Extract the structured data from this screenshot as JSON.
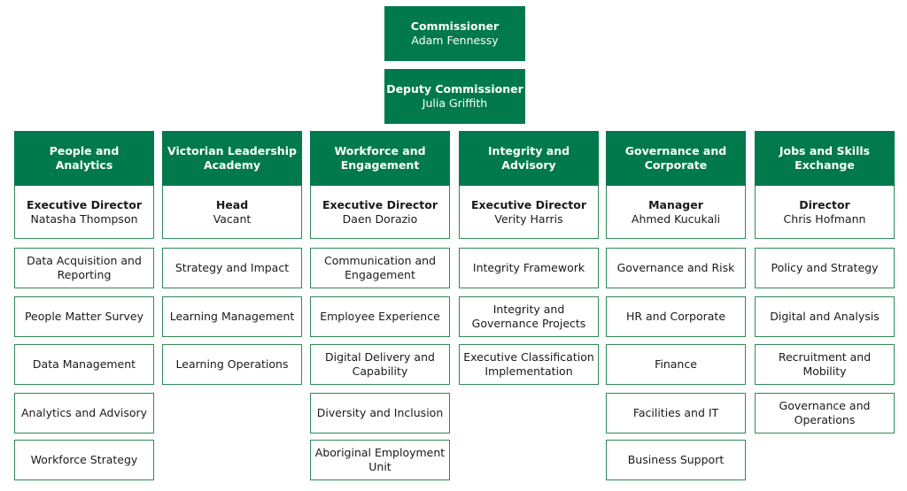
{
  "commissioner": {
    "role": "Commissioner",
    "name": "Adam Fennessy"
  },
  "deputy": {
    "role": "Deputy Commissioner",
    "name": "Julia Griffith"
  },
  "columns": [
    {
      "header": "People and Analytics",
      "lead_role": "Executive Director",
      "lead_name": "Natasha Thompson",
      "units": [
        "Data Acquisition and Reporting",
        "People Matter Survey",
        "Data Management",
        "Analytics and Advisory",
        "Workforce Strategy"
      ]
    },
    {
      "header": "Victorian Leadership Academy",
      "lead_role": "Head",
      "lead_name": "Vacant",
      "units": [
        "Strategy and Impact",
        "Learning Management",
        "Learning Operations"
      ]
    },
    {
      "header": "Workforce and Engagement",
      "lead_role": "Executive Director",
      "lead_name": "Daen Dorazio",
      "units": [
        "Communication and Engagement",
        "Employee Experience",
        "Digital Delivery and Capability",
        "Diversity and Inclusion",
        "Aboriginal Employment Unit"
      ]
    },
    {
      "header": "Integrity and Advisory",
      "lead_role": "Executive Director",
      "lead_name": "Verity Harris",
      "units": [
        "Integrity Framework",
        "Integrity and Governance Projects",
        "Executive Classification Implementation"
      ]
    },
    {
      "header": "Governance and Corporate",
      "lead_role": "Manager",
      "lead_name": "Ahmed Kucukali",
      "units": [
        "Governance and Risk",
        "HR and Corporate",
        "Finance",
        "Facilities and IT",
        "Business Support"
      ]
    },
    {
      "header": "Jobs and Skills Exchange",
      "lead_role": "Director",
      "lead_name": "Chris Hofmann",
      "units": [
        "Policy and Strategy",
        "Digital and Analysis",
        "Recruitment and Mobility",
        "Governance and Operations"
      ]
    }
  ]
}
